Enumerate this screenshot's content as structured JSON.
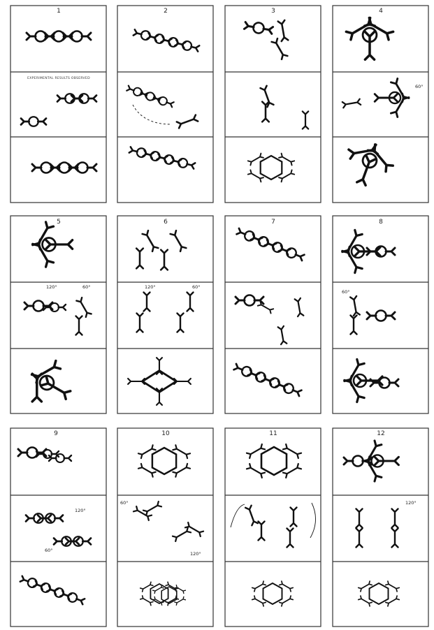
{
  "header_fragment": "",
  "figure": {
    "panels": [
      {
        "number": "1",
        "annotations": [],
        "top_note": "EXPERIMENTAL  RESULTS  OBSERVED"
      },
      {
        "number": "2",
        "annotations": []
      },
      {
        "number": "3",
        "annotations": []
      },
      {
        "number": "4",
        "annotations": [
          "60°"
        ]
      },
      {
        "number": "5",
        "annotations": [
          "120°",
          "60°"
        ]
      },
      {
        "number": "6",
        "annotations": [
          "120°",
          "60°"
        ]
      },
      {
        "number": "7",
        "annotations": []
      },
      {
        "number": "8",
        "annotations": [
          "60°"
        ]
      },
      {
        "number": "9",
        "annotations": [
          "120°",
          "60°"
        ]
      },
      {
        "number": "10",
        "annotations": [
          "60°",
          "120°"
        ]
      },
      {
        "number": "11",
        "annotations": []
      },
      {
        "number": "12",
        "annotations": [
          "120°"
        ]
      }
    ]
  },
  "colors": {
    "ink": "#111111",
    "frame": "#333333",
    "paper": "#ffffff"
  }
}
